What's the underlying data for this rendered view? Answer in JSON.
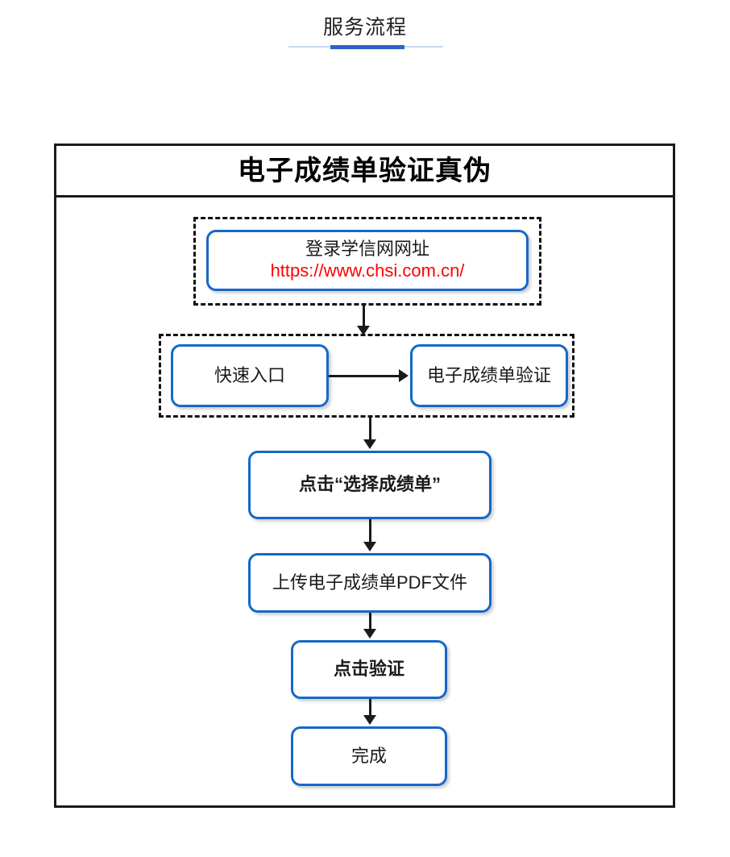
{
  "page": {
    "header": {
      "title": "服务流程",
      "rule_color": "#c9d9ef",
      "accent_color": "#2a63c4"
    }
  },
  "flowchart": {
    "title": "电子成绩单验证真伪",
    "frame_border_color": "#1a1a1a",
    "node_border_color": "#1668c8",
    "url_color": "#ff0000",
    "nodes": [
      {
        "id": "login",
        "label": "登录学信网网址",
        "url": "https://www.chsi.com.cn/",
        "grouped": true
      },
      {
        "id": "quick-entry",
        "label": "快速入口",
        "grouped": true
      },
      {
        "id": "transcript-verify",
        "label": "电子成绩单验证",
        "grouped": true
      },
      {
        "id": "select-transcript",
        "label": "点击“选择成绩单”",
        "grouped": false
      },
      {
        "id": "upload-pdf",
        "label": "上传电子成绩单PDF文件",
        "grouped": false
      },
      {
        "id": "click-verify",
        "label": "点击验证",
        "grouped": false
      },
      {
        "id": "done",
        "label": "完成",
        "grouped": false
      }
    ],
    "edges": [
      {
        "from": "login",
        "to": "quick-entry",
        "direction": "down"
      },
      {
        "from": "quick-entry",
        "to": "transcript-verify",
        "direction": "right"
      },
      {
        "from": "transcript-verify",
        "to": "select-transcript",
        "direction": "down"
      },
      {
        "from": "select-transcript",
        "to": "upload-pdf",
        "direction": "down"
      },
      {
        "from": "upload-pdf",
        "to": "click-verify",
        "direction": "down"
      },
      {
        "from": "click-verify",
        "to": "done",
        "direction": "down"
      }
    ]
  }
}
